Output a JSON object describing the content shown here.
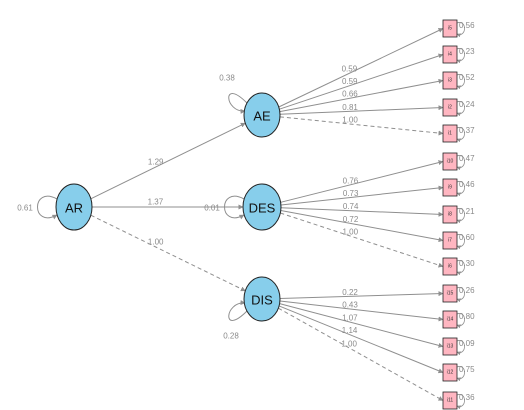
{
  "colors": {
    "latent_fill": "#87CEEB",
    "indicator_fill": "#FFB6C1",
    "edge": "#8f8f8f",
    "outline": "#222222",
    "label": "#8a8a8a"
  },
  "latents": {
    "AR": {
      "label": "AR",
      "variance": "0.61"
    },
    "AE": {
      "label": "AE",
      "variance": "0.38"
    },
    "DES": {
      "label": "DES",
      "variance": "0.01"
    },
    "DIS": {
      "label": "DIS",
      "variance": "0.28"
    }
  },
  "structural": [
    {
      "from": "AR",
      "to": "AE",
      "value": "1.29",
      "fixed": false
    },
    {
      "from": "AR",
      "to": "DES",
      "value": "1.37",
      "fixed": false
    },
    {
      "from": "AR",
      "to": "DIS",
      "value": "1.00",
      "fixed": true
    }
  ],
  "groups": [
    {
      "latent": "AE",
      "indicators": [
        {
          "label": "i5",
          "loading": "0.59",
          "residual": "0.56",
          "fixed": false
        },
        {
          "label": "i4",
          "loading": "0.59",
          "residual": "0.23",
          "fixed": false
        },
        {
          "label": "i3",
          "loading": "0.66",
          "residual": "0.52",
          "fixed": false
        },
        {
          "label": "i2",
          "loading": "0.81",
          "residual": "0.24",
          "fixed": false
        },
        {
          "label": "i1",
          "loading": "1.00",
          "residual": "0.37",
          "fixed": true
        }
      ]
    },
    {
      "latent": "DES",
      "indicators": [
        {
          "label": "i10",
          "loading": "0.76",
          "residual": "0.47",
          "fixed": false
        },
        {
          "label": "i9",
          "loading": "0.73",
          "residual": "0.46",
          "fixed": false
        },
        {
          "label": "i8",
          "loading": "0.74",
          "residual": "0.21",
          "fixed": false
        },
        {
          "label": "i7",
          "loading": "0.72",
          "residual": "0.60",
          "fixed": false
        },
        {
          "label": "i6",
          "loading": "1.00",
          "residual": "0.30",
          "fixed": true
        }
      ]
    },
    {
      "latent": "DIS",
      "indicators": [
        {
          "label": "i15",
          "loading": "0.22",
          "residual": "0.26",
          "fixed": false
        },
        {
          "label": "i14",
          "loading": "0.43",
          "residual": "0.80",
          "fixed": false
        },
        {
          "label": "i13",
          "loading": "1.07",
          "residual": "0.09",
          "fixed": false
        },
        {
          "label": "i12",
          "loading": "1.14",
          "residual": "0.75",
          "fixed": false
        },
        {
          "label": "i11",
          "loading": "1.00",
          "residual": "0.36",
          "fixed": true
        }
      ]
    }
  ]
}
